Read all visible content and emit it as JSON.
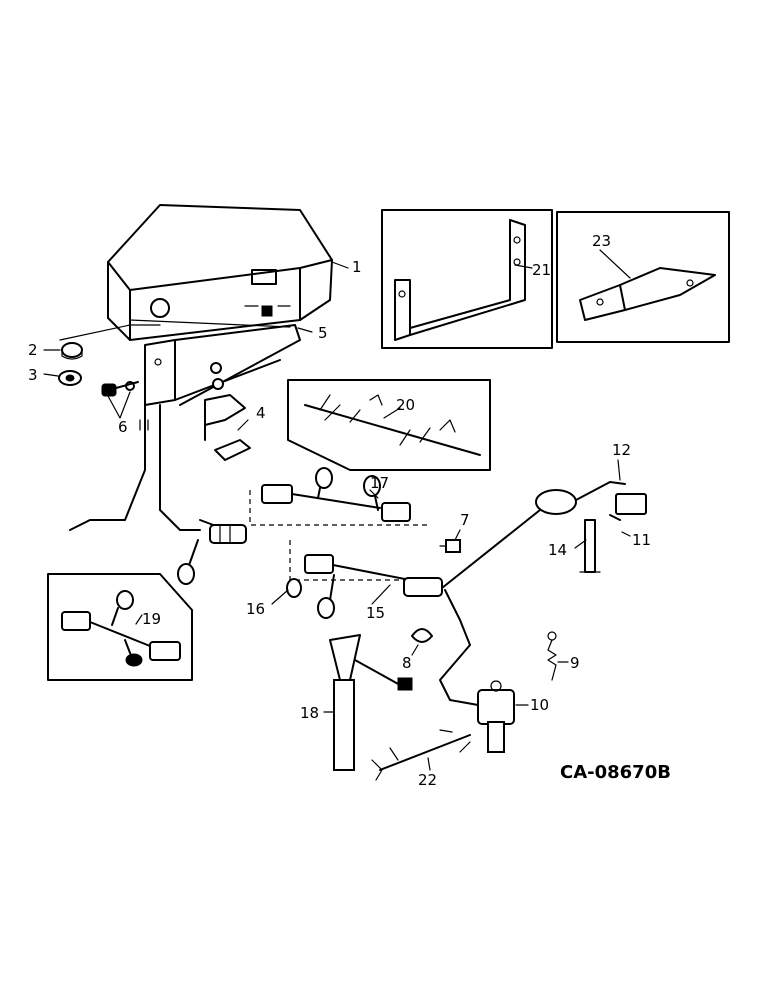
{
  "diagram": {
    "drawing_code": "CA-08670B",
    "callouts": [
      {
        "id": "c1",
        "label": "1"
      },
      {
        "id": "c2",
        "label": "2"
      },
      {
        "id": "c3",
        "label": "3"
      },
      {
        "id": "c4",
        "label": "4"
      },
      {
        "id": "c5",
        "label": "5"
      },
      {
        "id": "c6",
        "label": "6"
      },
      {
        "id": "c7",
        "label": "7"
      },
      {
        "id": "c8",
        "label": "8"
      },
      {
        "id": "c9",
        "label": "9"
      },
      {
        "id": "c10",
        "label": "10"
      },
      {
        "id": "c11",
        "label": "11"
      },
      {
        "id": "c12",
        "label": "12"
      },
      {
        "id": "c14",
        "label": "14"
      },
      {
        "id": "c15",
        "label": "15"
      },
      {
        "id": "c16",
        "label": "16"
      },
      {
        "id": "c17",
        "label": "17"
      },
      {
        "id": "c18",
        "label": "18"
      },
      {
        "id": "c19",
        "label": "19"
      },
      {
        "id": "c20",
        "label": "20"
      },
      {
        "id": "c21",
        "label": "21"
      },
      {
        "id": "c22",
        "label": "22"
      },
      {
        "id": "c23",
        "label": "23"
      }
    ]
  }
}
